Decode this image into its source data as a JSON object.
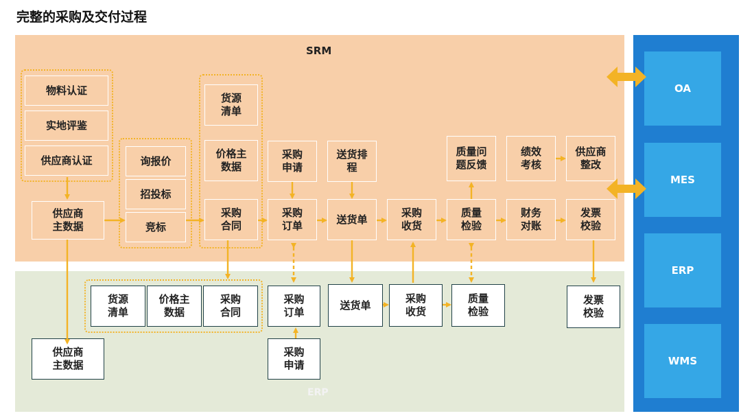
{
  "title": "完整的采购及交付过程",
  "regions": {
    "srm": "SRM",
    "erp": "ERP"
  },
  "systems": {
    "oa": "OA",
    "mes": "MES",
    "erp": "ERP",
    "wms": "WMS"
  },
  "srm": {
    "material_cert": "物料认证",
    "site_review": "实地评鉴",
    "supplier_cert": "供应商认证",
    "supplier_master": "供应商\n主数据",
    "inquiry": "询报价",
    "tender": "招投标",
    "bidding": "竞标",
    "source_list": "货源\n清单",
    "price_master": "价格主\n数据",
    "purchase_contract": "采购\n合同",
    "purchase_request": "采购\n申请",
    "purchase_order": "采购\n订单",
    "delivery_schedule": "送货排\n程",
    "delivery_note": "送货单",
    "receiving": "采购\n收货",
    "quality_feedback": "质量问\n题反馈",
    "quality_inspection": "质量\n检验",
    "performance_review": "绩效\n考核",
    "supplier_rectify": "供应商\n整改",
    "financial_reconcile": "财务\n对账",
    "invoice_verify": "发票\n校验"
  },
  "erp": {
    "source_list": "货源\n清单",
    "price_master": "价格主\n数据",
    "purchase_contract": "采购\n合同",
    "purchase_order": "采购\n订单",
    "purchase_request": "采购\n申请",
    "delivery_note": "送货单",
    "receiving": "采购\n收货",
    "quality_inspection": "质量\n检验",
    "invoice_verify": "发票\n校验",
    "supplier_master": "供应商\n主数据"
  },
  "colors": {
    "srm_bg": "#f8cfa9",
    "erp_bg": "#e4ead8",
    "arrow": "#f3b325",
    "panel": "#1f7ed1",
    "sys_box": "#35a7e6"
  }
}
